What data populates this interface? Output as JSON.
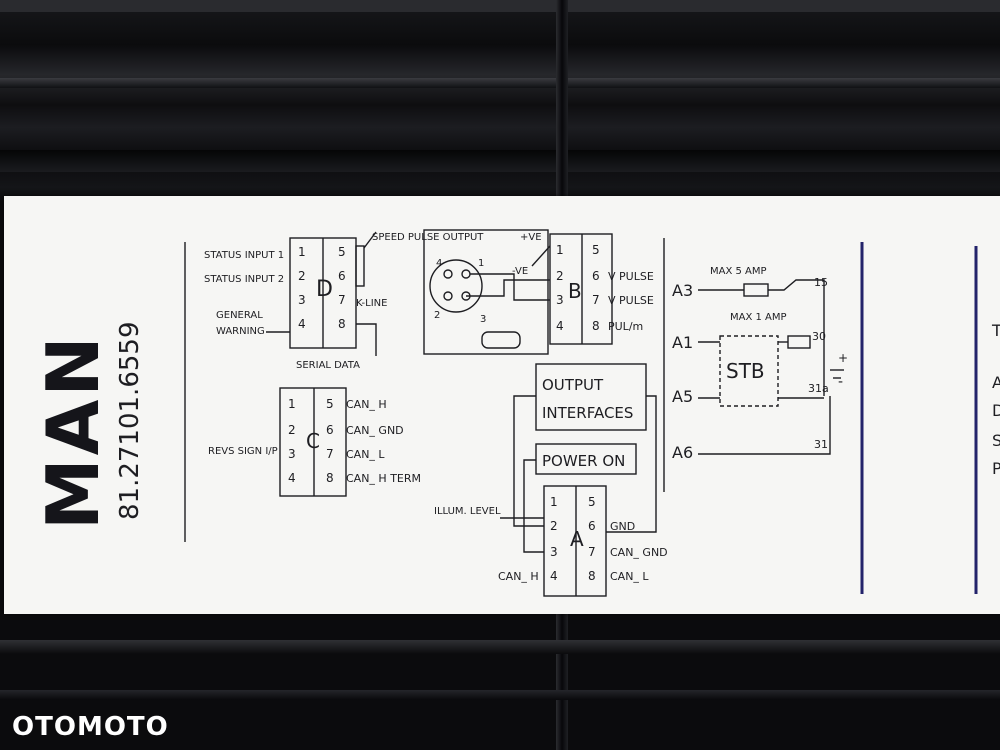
{
  "photo": {
    "brand": "MAN",
    "part_number": "81.27101.6559",
    "watermark": "OTOMOTO"
  },
  "connector_d": {
    "pins_left": [
      "1",
      "2",
      "3",
      "4"
    ],
    "pins_right": [
      "5",
      "6",
      "7",
      "8"
    ],
    "letter": "D",
    "status_input_1": "STATUS INPUT 1",
    "status_input_2": "STATUS INPUT 2",
    "general": "GENERAL",
    "warning": "WARNING",
    "speed_pulse_output": "SPEED PULSE OUTPUT",
    "k_line": "K-LINE",
    "serial_data": "SERIAL DATA"
  },
  "connector_c": {
    "pins_left": [
      "1",
      "2",
      "3",
      "4"
    ],
    "pins_right": [
      "5",
      "6",
      "7",
      "8"
    ],
    "letter": "C",
    "revs_signal": "REVS SIGN I/P",
    "can_h": "CAN_ H",
    "can_gnd": "CAN_ GND",
    "can_l": "CAN_ L",
    "can_h_term": "CAN_ H TERM"
  },
  "connector_b": {
    "pins_left": [
      "1",
      "2",
      "3",
      "4"
    ],
    "pins_right": [
      "5",
      "6",
      "7",
      "8"
    ],
    "letter": "B",
    "plus_ve": "+VE",
    "minus_ve": "-VE",
    "v_pulse_1": "V PULSE",
    "v_pulse_2": "V PULSE",
    "pul_m": "PUL/m",
    "sensor_pins": [
      "4",
      "1",
      "2",
      "3"
    ]
  },
  "connector_a": {
    "pins_left": [
      "1",
      "2",
      "3",
      "4"
    ],
    "pins_right": [
      "5",
      "6",
      "7",
      "8"
    ],
    "letter": "A",
    "output_interfaces_1": "OUTPUT",
    "output_interfaces_2": "INTERFACES",
    "power_on": "POWER ON",
    "illum_level": "ILLUM. LEVEL",
    "gnd": "GND",
    "can_gnd": "CAN_ GND",
    "can_l": "CAN_ L",
    "can_h": "CAN_ H"
  },
  "power": {
    "a3": "A3",
    "a1": "A1",
    "a5": "A5",
    "a6": "A6",
    "max5": "MAX 5 AMP",
    "max1": "MAX 1 AMP",
    "stb": "STB",
    "t15": "15",
    "t30": "30",
    "t31a": "31a",
    "t31": "31",
    "plus": "+",
    "minus": "-"
  },
  "right_edge": [
    "T",
    "A",
    "D",
    "S",
    "P"
  ]
}
